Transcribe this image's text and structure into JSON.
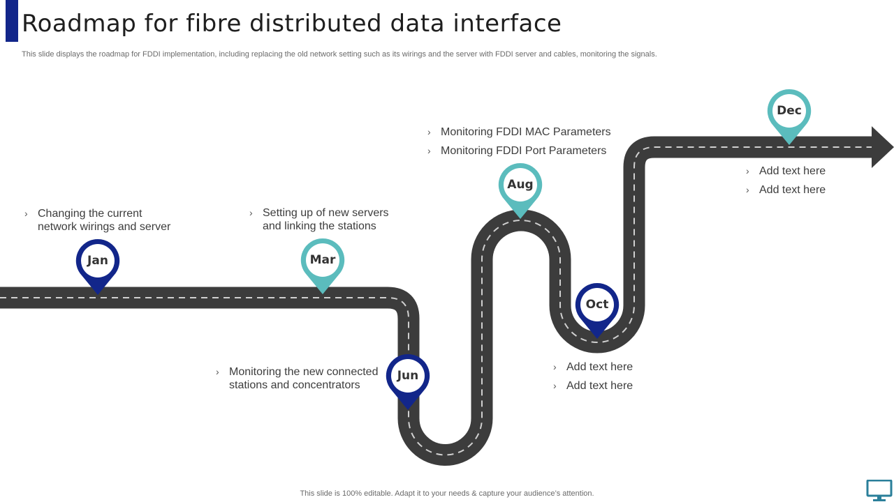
{
  "header": {
    "title": "Roadmap for fibre distributed data interface",
    "subtitle": "This slide displays the roadmap for FDDI implementation, including replacing the old network setting such as its wirings and the server with FDDI  server and cables, monitoring the signals."
  },
  "colors": {
    "accent_navy": "#12268a",
    "accent_teal": "#5bbcbd",
    "road": "#3c3c3c",
    "road_dash": "#d0d0d0"
  },
  "milestones": [
    {
      "label": "Jan",
      "color": "navy",
      "bullets": [
        "Changing the current\nnetwork wirings and server"
      ]
    },
    {
      "label": "Mar",
      "color": "teal",
      "bullets": [
        "Setting up of  new servers\nand linking the stations"
      ]
    },
    {
      "label": "Jun",
      "color": "navy",
      "bullets": [
        "Monitoring the new connected\nstations and concentrators"
      ]
    },
    {
      "label": "Aug",
      "color": "teal",
      "bullets": [
        "Monitoring FDDI MAC Parameters",
        "Monitoring FDDI Port Parameters"
      ]
    },
    {
      "label": "Oct",
      "color": "navy",
      "bullets": [
        "Add text here",
        "Add text here"
      ]
    },
    {
      "label": "Dec",
      "color": "teal",
      "bullets": [
        "Add text here",
        "Add text here"
      ]
    }
  ],
  "text": {
    "jan_l1": "Changing the current",
    "jan_l2": "network wirings and server",
    "mar_l1": "Setting up of  new servers",
    "mar_l2": "and linking the stations",
    "jun_l1": "Monitoring the new connected",
    "jun_l2": "stations and concentrators",
    "aug_b1": "Monitoring FDDI MAC Parameters",
    "aug_b2": "Monitoring FDDI Port Parameters",
    "oct_b1": "Add text here",
    "oct_b2": "Add text here",
    "dec_b1": "Add text here",
    "dec_b2": "Add text here",
    "chevron": "›"
  },
  "footer": {
    "note": "This slide is 100% editable. Adapt it to your needs & capture your audience’s attention."
  },
  "icons": {
    "monitor": "monitor-icon"
  }
}
